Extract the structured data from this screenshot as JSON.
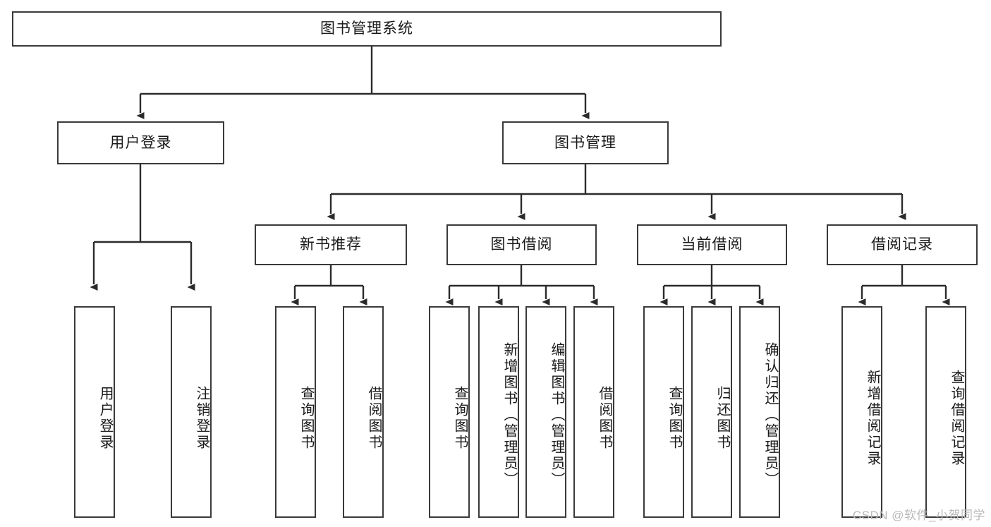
{
  "diagram": {
    "title": "图书管理系统",
    "type": "hierarchy-tree",
    "watermark": "CSDN @软件_小贺同学",
    "colors": {
      "box_border": "#3a3a3a",
      "box_fill": "#ffffff",
      "edge": "#2b2b2b",
      "text": "#1a1a1a",
      "watermark": "#b9b9b9"
    },
    "levels": {
      "root": {
        "label": "图书管理系统"
      },
      "level2": [
        {
          "label": "用户登录"
        },
        {
          "label": "图书管理"
        }
      ],
      "level3": [
        {
          "label": "新书推荐"
        },
        {
          "label": "图书借阅"
        },
        {
          "label": "当前借阅"
        },
        {
          "label": "借阅记录"
        }
      ],
      "leaves": [
        {
          "label": "用户登录",
          "parent": "用户登录"
        },
        {
          "label": "注销登录",
          "parent": "用户登录"
        },
        {
          "label": "查询图书",
          "parent": "新书推荐"
        },
        {
          "label": "借阅图书",
          "parent": "新书推荐"
        },
        {
          "label": "查询图书",
          "parent": "图书借阅"
        },
        {
          "label": "新增图书（管理员）",
          "parent": "图书借阅"
        },
        {
          "label": "编辑图书（管理员）",
          "parent": "图书借阅"
        },
        {
          "label": "借阅图书",
          "parent": "图书借阅"
        },
        {
          "label": "查询图书",
          "parent": "当前借阅"
        },
        {
          "label": "归还图书",
          "parent": "当前借阅"
        },
        {
          "label": "确认归还（管理员）",
          "parent": "当前借阅"
        },
        {
          "label": "新增借阅记录",
          "parent": "借阅记录"
        },
        {
          "label": "查询借阅记录",
          "parent": "借阅记录"
        }
      ]
    }
  }
}
